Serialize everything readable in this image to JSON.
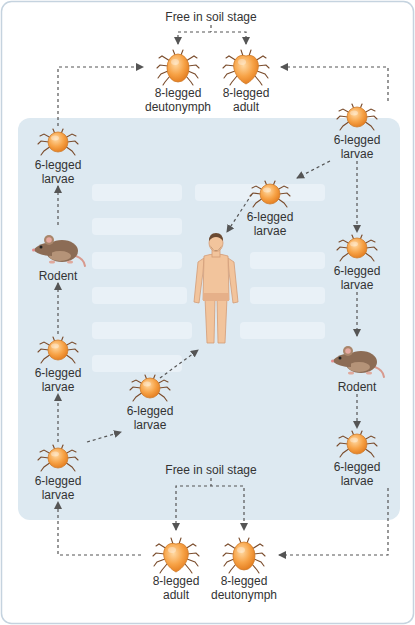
{
  "diagram": {
    "nodes": [
      {
        "text": [
          "8-legged deutonymph"
        ]
      },
      {
        "text": [
          "8-legged adult"
        ]
      },
      {
        "text": [
          "6-legged larvae"
        ]
      },
      {
        "text": [
          "6-legged larvae"
        ]
      },
      {
        "text": [
          "6-legged larvae"
        ]
      },
      {
        "text": [
          "6-legged larvae"
        ]
      },
      {
        "text": [
          "Rodent"
        ]
      },
      {
        "text": [
          "Rodent"
        ]
      },
      {
        "text": [
          "6-legged larvae"
        ]
      },
      {
        "text": [
          "6-legged larvae"
        ]
      },
      {
        "text": [
          "6-legged larvae"
        ]
      },
      {
        "text": [
          "6-legged larvae"
        ]
      },
      {
        "text": [
          "8-legged adult"
        ]
      },
      {
        "text": [
          "8-legged deutonymph"
        ]
      }
    ],
    "edges": [
      {
        "from": 3,
        "to": 1,
        "arrow": "to"
      },
      {
        "from": 3,
        "to": 4,
        "arrow": "to"
      },
      {
        "from": 3,
        "to": 5,
        "arrow": "to"
      },
      {
        "from": 5,
        "to": 7,
        "arrow": "to"
      },
      {
        "from": 7,
        "to": 11,
        "arrow": "to"
      },
      {
        "from": 11,
        "to": 13,
        "arrow": "to"
      },
      {
        "from": 12,
        "to": 10,
        "arrow": "to"
      },
      {
        "from": 10,
        "to": 8,
        "arrow": "to"
      },
      {
        "from": 8,
        "to": 6,
        "arrow": "to"
      },
      {
        "from": 6,
        "to": 2,
        "arrow": "to"
      },
      {
        "from": 2,
        "to": 0,
        "arrow": "to"
      },
      {
        "from": 10,
        "to": 9,
        "arrow": "to"
      }
    ],
    "labels": [
      "Free in soil stage",
      "Free in soil stage"
    ]
  }
}
